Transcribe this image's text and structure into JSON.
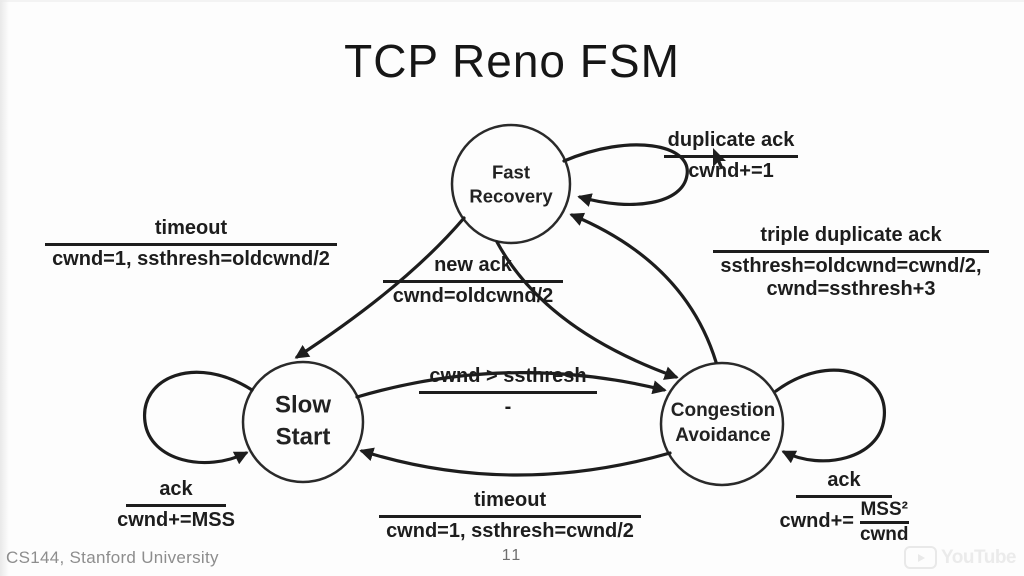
{
  "slide": {
    "title": "TCP Reno FSM",
    "page_number": "11",
    "footer": "CS144, Stanford University",
    "watermark": "YouTube"
  },
  "states": [
    {
      "name": "fast-recovery",
      "line1": "Fast",
      "line2": "Recovery"
    },
    {
      "name": "slow-start",
      "line1": "Slow",
      "line2": "Start"
    },
    {
      "name": "congestion-avoidance",
      "line1": "Congestion",
      "line2": "Avoidance"
    }
  ],
  "transitions": [
    {
      "name": "duplicate-ack",
      "from": "fast-recovery",
      "to": "fast-recovery",
      "event": "duplicate ack",
      "action": "cwnd+=1"
    },
    {
      "name": "timeout-fast-recovery-to-slow-start",
      "from": "fast-recovery",
      "to": "slow-start",
      "event": "timeout",
      "action": "cwnd=1, ssthresh=oldcwnd/2"
    },
    {
      "name": "new-ack",
      "from": "fast-recovery",
      "to": "congestion-avoidance",
      "event": "new ack",
      "action": "cwnd=oldcwnd/2"
    },
    {
      "name": "triple-duplicate-ack",
      "from": "congestion-avoidance",
      "to": "fast-recovery",
      "event": "triple duplicate ack",
      "action_line1": "ssthresh=oldcwnd=cwnd/2,",
      "action_line2": "cwnd=ssthresh+3"
    },
    {
      "name": "cwnd-exceeds-ssthresh",
      "from": "slow-start",
      "to": "congestion-avoidance",
      "event": "cwnd > ssthresh",
      "action": "-"
    },
    {
      "name": "timeout-congestion-avoidance-to-slow-start",
      "from": "congestion-avoidance",
      "to": "slow-start",
      "event": "timeout",
      "action": "cwnd=1, ssthresh=cwnd/2"
    },
    {
      "name": "ack-slow-start",
      "from": "slow-start",
      "to": "slow-start",
      "event": "ack",
      "action": "cwnd+=MSS"
    },
    {
      "name": "ack-congestion-avoidance",
      "from": "congestion-avoidance",
      "to": "congestion-avoidance",
      "event": "ack",
      "action_prefix": "cwnd+=",
      "fraction_numerator": "MSS²",
      "fraction_denominator": "cwnd"
    }
  ],
  "colors": {
    "ink": "#1d1d1d",
    "background": "#fdfdfd",
    "footer_gray": "#8d8d8d",
    "watermark_gray": "#ebebeb"
  }
}
